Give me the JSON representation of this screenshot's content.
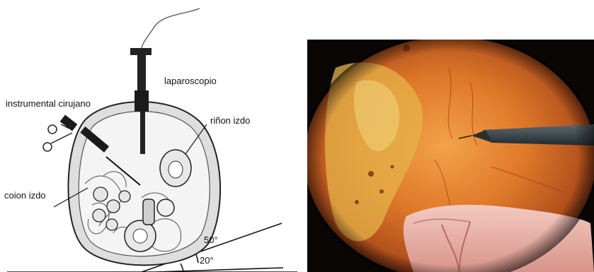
{
  "diagram": {
    "labels": {
      "laparoscope": "laparoscopio",
      "instrument": "instrumental cirujano",
      "kidney": "riñon izdo",
      "colon": "coion izdo",
      "angle_upper": "50°",
      "angle_lower": "20°"
    }
  },
  "photo": {
    "description_icon": "laparoscopic-view-icon"
  },
  "colors": {
    "ink": "#111111",
    "background": "#ffffff",
    "photo_black": "#0a0604",
    "tissue_orange": "#e07a2a",
    "tissue_pink": "#e9b3aa",
    "instrument_gray": "#3e4a4f"
  }
}
